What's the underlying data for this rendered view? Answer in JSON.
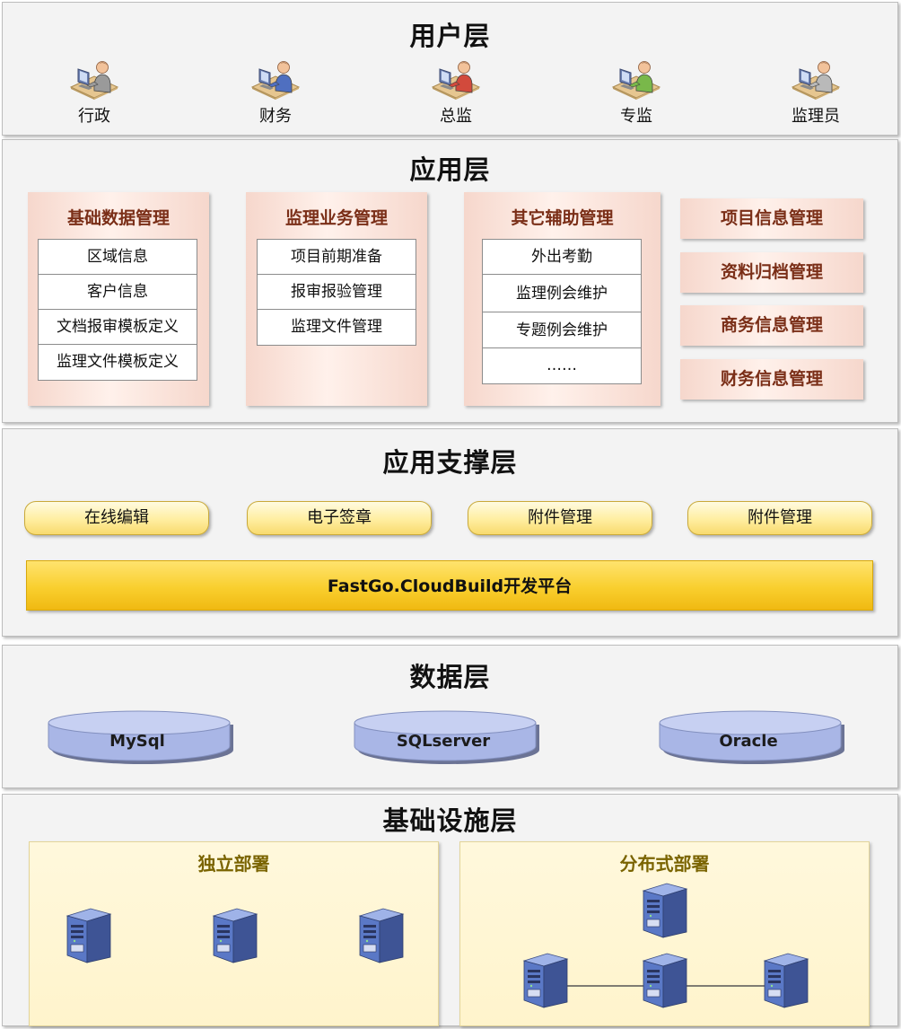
{
  "user_layer": {
    "title": "用户层",
    "users": [
      {
        "label": "行政",
        "icon": "user-at-computer-icon",
        "shirt": "#9a9a9a"
      },
      {
        "label": "财务",
        "icon": "user-at-computer-icon",
        "shirt": "#4f6fc0"
      },
      {
        "label": "总监",
        "icon": "user-at-computer-icon",
        "shirt": "#d24a3c"
      },
      {
        "label": "专监",
        "icon": "user-at-computer-icon",
        "shirt": "#79b84a"
      },
      {
        "label": "监理员",
        "icon": "user-at-computer-icon",
        "shirt": "#b9b9b9"
      }
    ]
  },
  "app_layer": {
    "title": "应用层",
    "groups": [
      {
        "title": "基础数据管理",
        "items": [
          "区域信息",
          "客户信息",
          "文档报审模板定义",
          "监理文件模板定义"
        ]
      },
      {
        "title": "监理业务管理",
        "items": [
          "项目前期准备",
          "报审报验管理",
          "监理文件管理"
        ]
      },
      {
        "title": "其它辅助管理",
        "items": [
          "外出考勤",
          "监理例会维护",
          "专题例会维护",
          "……"
        ]
      }
    ],
    "modules": [
      "项目信息管理",
      "资料归档管理",
      "商务信息管理",
      "财务信息管理"
    ]
  },
  "support_layer": {
    "title": "应用支撑层",
    "components": [
      "在线编辑",
      "电子签章",
      "附件管理",
      "附件管理"
    ],
    "platform": "FastGo.CloudBuild开发平台"
  },
  "data_layer": {
    "title": "数据层",
    "databases": [
      "MySql",
      "SQLserver",
      "Oracle"
    ]
  },
  "infra_layer": {
    "title": "基础设施层",
    "standalone": {
      "title": "独立部署"
    },
    "distributed": {
      "title": "分布式部署"
    }
  },
  "colors": {
    "layer_bg": "#f3f3f3",
    "app_title": "#7a2e17",
    "app_bg": "#f6d7cc",
    "pill_bg": "#ffeea0",
    "platform_bg": "#f9cf2e",
    "db_fill": "#a9b6e6",
    "deploy_bg": "#fff4cc",
    "deploy_title": "#7a6400",
    "server_blue": "#5a78c6"
  }
}
